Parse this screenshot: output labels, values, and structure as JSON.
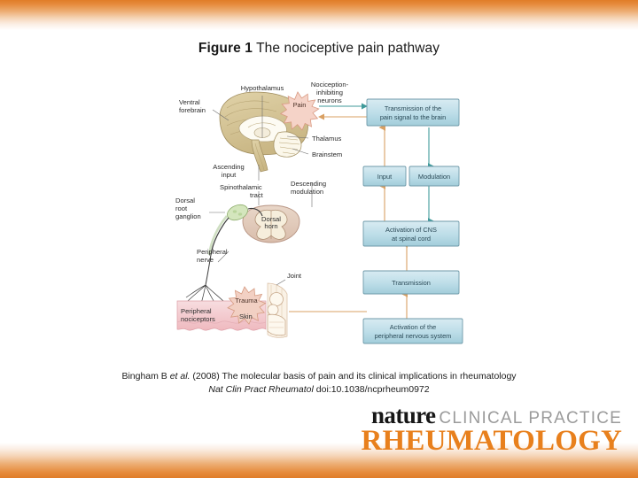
{
  "slide": {
    "title_lead": "Figure 1",
    "title_rest": " The nociceptive pain pathway",
    "accent_color": "#e07d28",
    "background": "#ffffff"
  },
  "diagram": {
    "anatomy_labels": {
      "hypothalamus": "Hypothalamus",
      "ventral_forebrain_l1": "Ventral",
      "ventral_forebrain_l2": "forebrain",
      "nociception_l1": "Nociception-",
      "nociception_l2": "inhibiting",
      "nociception_l3": "neurons",
      "pain": "Pain",
      "thalamus": "Thalamus",
      "brainstem": "Brainstem",
      "ascending_l1": "Ascending",
      "ascending_l2": "input",
      "descending_l1": "Descending",
      "descending_l2": "modulation",
      "spinothalamic_l1": "Spinothalamic",
      "spinothalamic_l2": "tract",
      "drg_l1": "Dorsal",
      "drg_l2": "root",
      "drg_l3": "ganglion",
      "dorsal_horn_l1": "Dorsal",
      "dorsal_horn_l2": "horn",
      "peripheral_nerve_l1": "Peripheral",
      "peripheral_nerve_l2": "nerve",
      "joint": "Joint",
      "trauma": "Trauma",
      "skin": "Skin",
      "nociceptors_l1": "Peripheral",
      "nociceptors_l2": "nociceptors"
    },
    "flow_boxes": [
      {
        "id": "transmission-brain",
        "line1": "Transmission of the",
        "line2": "pain signal to the brain"
      },
      {
        "id": "input",
        "line1": "Input",
        "line2": ""
      },
      {
        "id": "modulation",
        "line1": "Modulation",
        "line2": ""
      },
      {
        "id": "activation-cns",
        "line1": "Activation of CNS",
        "line2": "at spinal cord"
      },
      {
        "id": "transmission",
        "line1": "Transmission",
        "line2": ""
      },
      {
        "id": "activation-pns",
        "line1": "Activation of the",
        "line2": "peripheral nervous system"
      }
    ],
    "colors": {
      "box_fill_top": "#cfe6ef",
      "box_fill_bottom": "#a9d3e0",
      "box_stroke": "#6f9aa9",
      "ascending_arrow": "#d9a063",
      "descending_arrow": "#3f9a9a",
      "brain_fill": "#d8c89a",
      "cord_fill": "#e8d3c4",
      "skin_fill": "#f3c9cd",
      "ganglion_fill": "#cfe3b9",
      "burst_fill": "#f2cfc4"
    }
  },
  "citation": {
    "line1_a": "Bingham B ",
    "line1_b": "et al.",
    "line1_c": " (2008) The molecular basis of pain and its clinical implications in rheumatology",
    "line2_a": "Nat Clin Pract Rheumatol",
    "line2_b": " doi:10.1038/ncprheum0972"
  },
  "logo": {
    "nature": "nature",
    "clinical_practice": "CLINICAL PRACTICE",
    "rheumatology": "RHEUMATOLOGY",
    "orange": "#e8801d"
  }
}
